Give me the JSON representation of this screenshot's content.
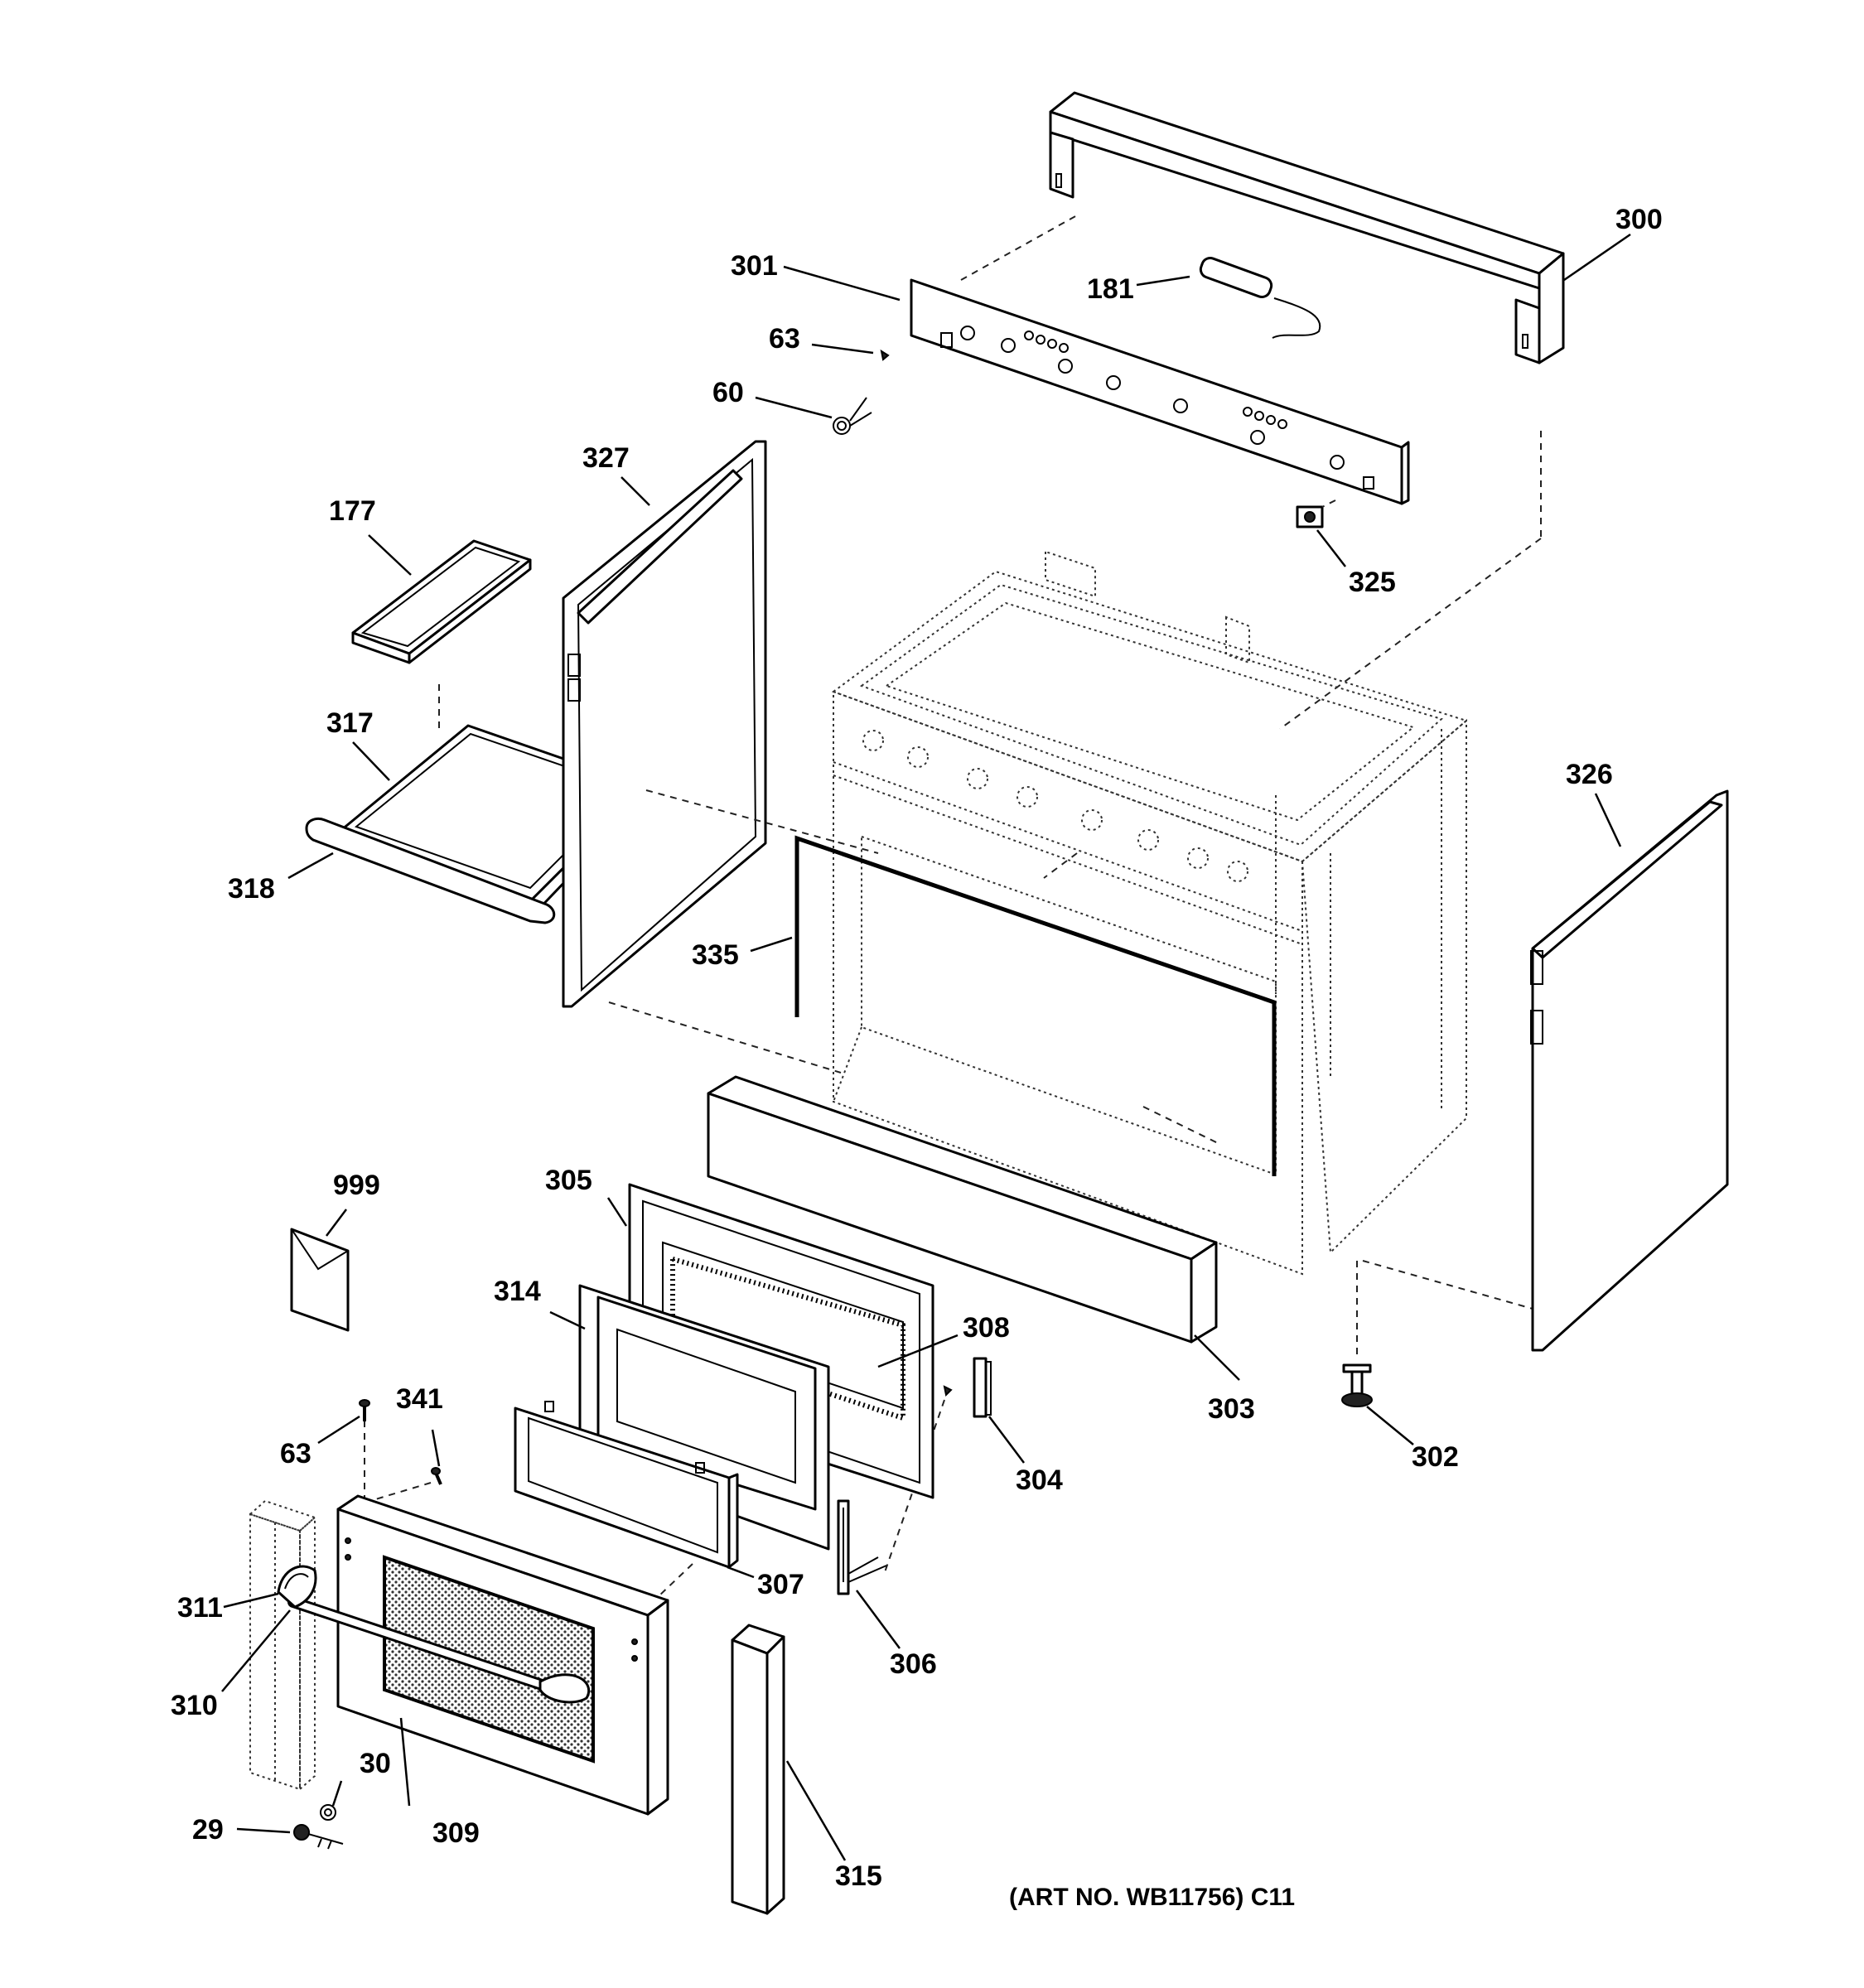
{
  "callouts": {
    "c300": "300",
    "c301": "301",
    "c181": "181",
    "c63a": "63",
    "c60": "60",
    "c327": "327",
    "c177": "177",
    "c325": "325",
    "c317": "317",
    "c326": "326",
    "c318": "318",
    "c335": "335",
    "c999": "999",
    "c305": "305",
    "c314": "314",
    "c308": "308",
    "c341": "341",
    "c63b": "63",
    "c303": "303",
    "c302": "302",
    "c304": "304",
    "c307": "307",
    "c311": "311",
    "c306": "306",
    "c310": "310",
    "c30": "30",
    "c29": "29",
    "c309": "309",
    "c315": "315"
  },
  "art_number": "(ART NO. WB11756) C11"
}
